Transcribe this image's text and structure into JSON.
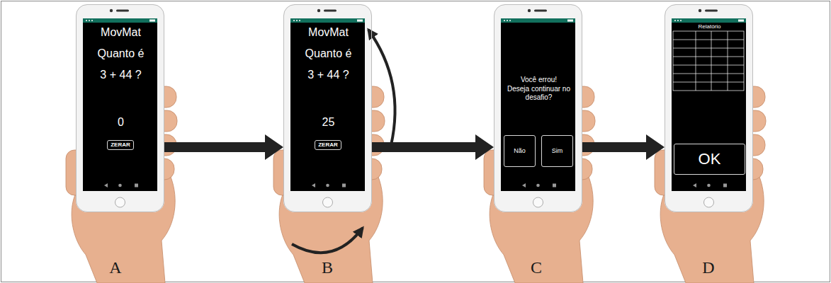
{
  "diagram": {
    "nodes": [
      {
        "text": [
          "MovMat",
          "Quanto é",
          "3 + 44 ?",
          "0"
        ]
      },
      {
        "text": [
          "ZERAR"
        ],
        "in": 0
      },
      {
        "text": [
          "MovMat",
          "Quanto é",
          "3 + 44 ?",
          "25"
        ]
      },
      {
        "text": [
          "ZERAR"
        ],
        "in": 2
      },
      {
        "text": [
          "Você errou!",
          "Deseja continuar no desafio?"
        ]
      },
      {
        "text": [
          "Não"
        ],
        "in": 4
      },
      {
        "text": [
          "Sim"
        ],
        "in": 4
      },
      {
        "text": [
          "Relatório"
        ]
      },
      {
        "text": [
          "OK"
        ],
        "in": 7
      }
    ],
    "edges": [
      {
        "from": 0,
        "to": 2,
        "arrow": "to"
      },
      {
        "from": 2,
        "to": 4,
        "arrow": "to"
      },
      {
        "from": 4,
        "to": 7,
        "arrow": "to"
      }
    ],
    "labels": [
      "A",
      "B",
      "C",
      "D"
    ]
  }
}
